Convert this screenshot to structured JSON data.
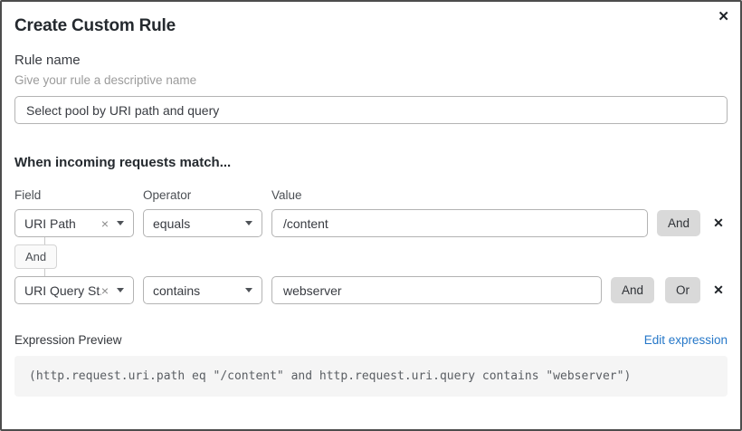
{
  "dialog": {
    "title": "Create Custom Rule"
  },
  "icons": {
    "close": "✕",
    "clear": "×",
    "delete": "✕"
  },
  "rule_name": {
    "label": "Rule name",
    "description": "Give your rule a descriptive name",
    "value": "Select pool by URI path and query"
  },
  "matcher": {
    "heading": "When incoming requests match...",
    "column_labels": {
      "field": "Field",
      "operator": "Operator",
      "value": "Value"
    },
    "connector_label": "And",
    "rows": [
      {
        "field": "URI Path",
        "operator": "equals",
        "value": "/content",
        "and_label": "And"
      },
      {
        "field": "URI Query St...",
        "operator": "contains",
        "value": "webserver",
        "and_label": "And",
        "or_label": "Or"
      }
    ]
  },
  "expression": {
    "label": "Expression Preview",
    "edit_link": "Edit expression",
    "code": "(http.request.uri.path eq \"/content\" and http.request.uri.query contains \"webserver\")"
  },
  "colors": {
    "link": "#2577c8",
    "button_bg": "#d9d9d9",
    "code_bg": "#f5f5f5",
    "border": "#4d4d4d"
  }
}
